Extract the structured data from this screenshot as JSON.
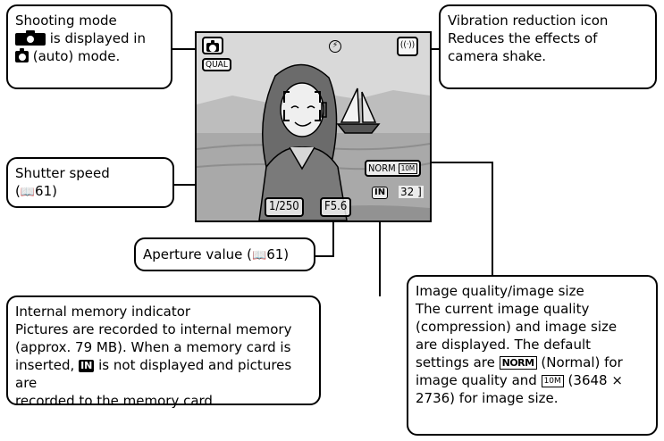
{
  "shooting_mode": {
    "line1": "Shooting mode",
    "line2_suffix": " is displayed in",
    "line3_suffix": " (auto) mode."
  },
  "vibration": {
    "line1": "Vibration reduction icon",
    "line2": "Reduces the effects of",
    "line3": "camera shake."
  },
  "shutter": {
    "line1": "Shutter speed",
    "line2_prefix": "(",
    "line2_page": "61)"
  },
  "aperture": {
    "label": "Aperture value (",
    "page": "61)"
  },
  "image_quality": {
    "line1": "Image quality/image size",
    "line2": "The current image quality",
    "line3": "(compression) and image size",
    "line4": "are displayed. The default",
    "line5_prefix": "settings are ",
    "line5_suffix": " (Normal) for",
    "line6_prefix": "image quality and ",
    "line6_suffix": " (3648 ×",
    "line7": "2736) for image size."
  },
  "memory": {
    "line1": "Internal memory indicator",
    "line2": "Pictures are recorded to internal memory",
    "line3": "(approx. 79 MB). When a memory card is",
    "line4_prefix": "inserted, ",
    "line4_suffix": " is not displayed and pictures are",
    "line5": "recorded to the memory card."
  },
  "viewfinder": {
    "qual_label": "QUAL",
    "shutter_value": "1/250",
    "aperture_value": "F5.6",
    "norm_label": "NORM",
    "size_label": "10M",
    "in_label": "IN",
    "frames_left": "32"
  },
  "icons": {
    "camera": "camera-icon",
    "vr": "vibration-reduction-icon",
    "flash": "flash-mode-icon",
    "book": "page-reference-icon"
  }
}
